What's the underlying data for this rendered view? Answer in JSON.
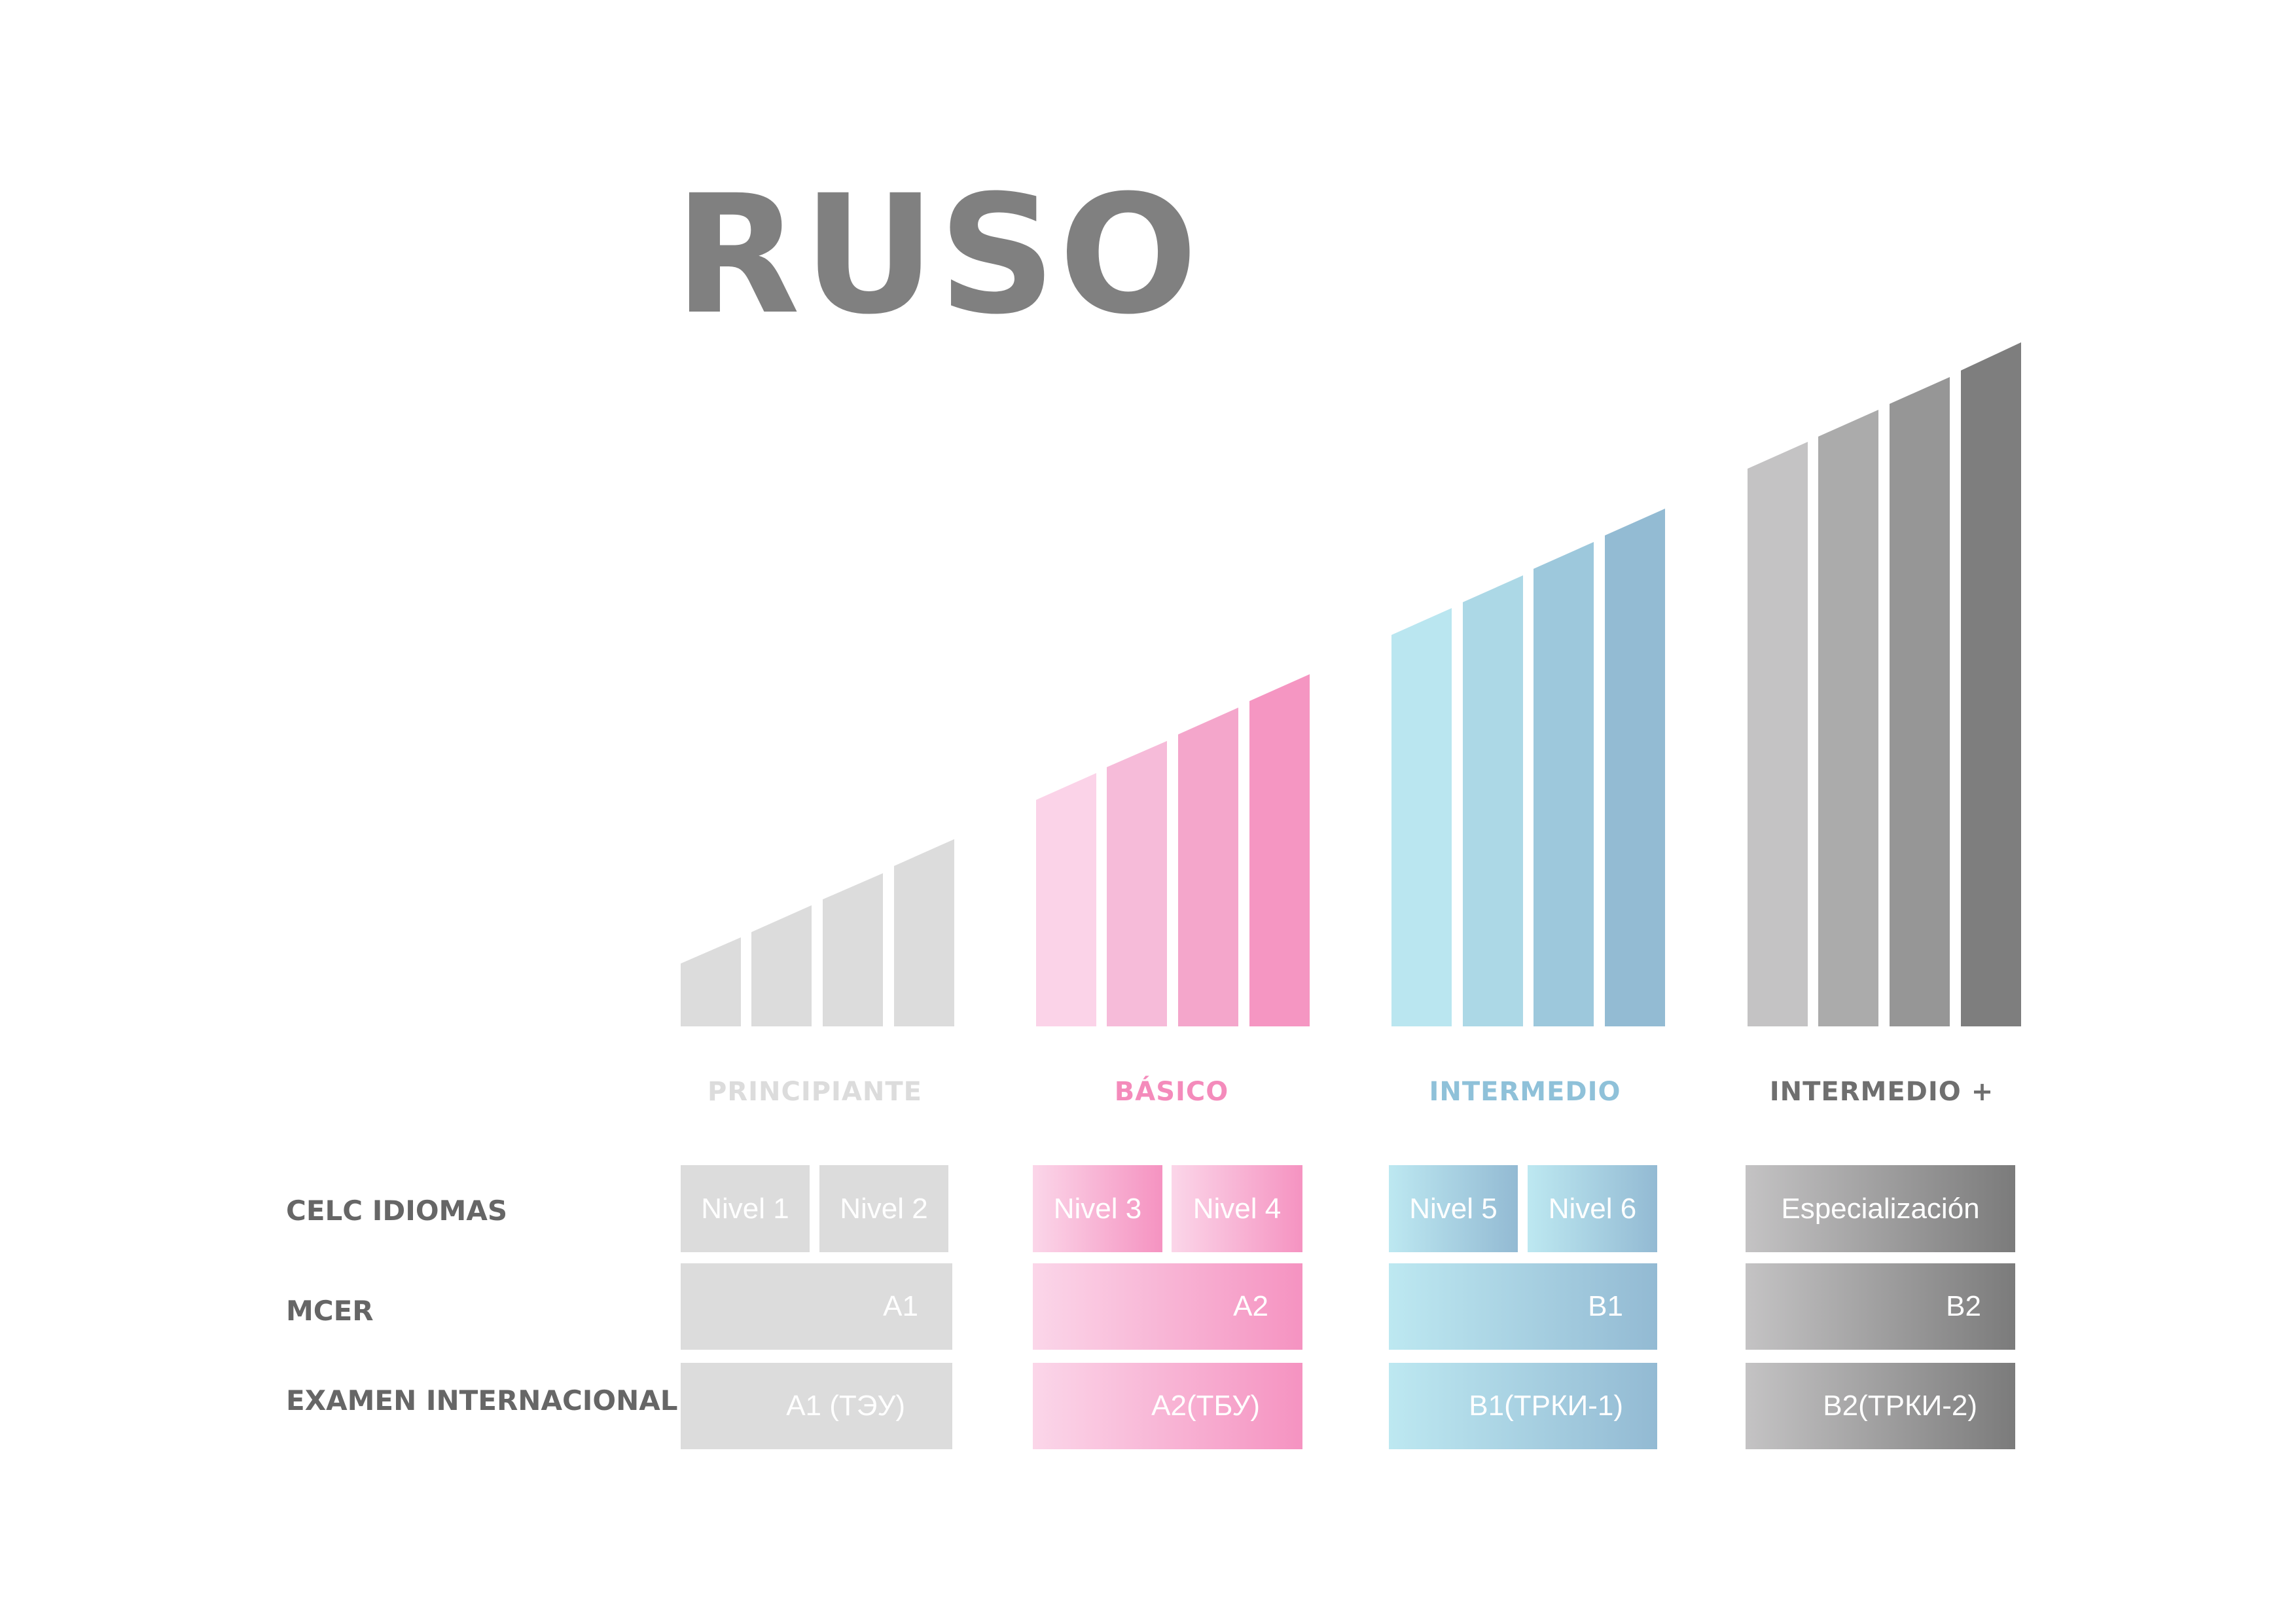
{
  "title": "RUSO",
  "levels": [
    {
      "label": "PRINCIPIANTE",
      "color": "#dcdcdc",
      "bar_colors": [
        "#dcdcdc",
        "#dcdcdc",
        "#dcdcdc",
        "#dcdcdc"
      ],
      "gradient": [
        "#dcdcdc",
        "#dcdcdc"
      ],
      "celc": [
        "Nivel 1",
        "Nivel 2"
      ],
      "mcer": "A1",
      "exam": "A1 (ТЭУ)"
    },
    {
      "label": "BÁSICO",
      "color": "#f48bbb",
      "bar_colors": [
        "#fbd3e8",
        "#f6bbd9",
        "#f4a6cb",
        "#f596c2"
      ],
      "gradient": [
        "#fbd6e9",
        "#f593c1"
      ],
      "celc": [
        "Nivel 3",
        "Nivel 4"
      ],
      "mcer": "A2",
      "exam": "A2(ТБУ)"
    },
    {
      "label": "INTERMEDIO",
      "color": "#8fc1d9",
      "bar_colors": [
        "#bae6f0",
        "#acd8e6",
        "#9dc8dc",
        "#93bbd3"
      ],
      "gradient": [
        "#bde8f1",
        "#93bad3"
      ],
      "celc": [
        "Nivel 5",
        "Nivel 6"
      ],
      "mcer": "B1",
      "exam": "B1(ТРКИ-1)"
    },
    {
      "label": "INTERMEDIO +",
      "color": "#6f6f6f",
      "bar_colors": [
        "#c4c3c4",
        "#ababab",
        "#969696",
        "#7e7e7e"
      ],
      "gradient": [
        "#c4c3c4",
        "#7b7b7b"
      ],
      "celc": [
        "Especialización"
      ],
      "mcer": "B2",
      "exam": "B2(ТРКИ-2)"
    }
  ],
  "rows": {
    "celc": "CELC IDIOMAS",
    "mcer": "MCER",
    "exam": "EXAMEN INTERNACIONAL"
  }
}
